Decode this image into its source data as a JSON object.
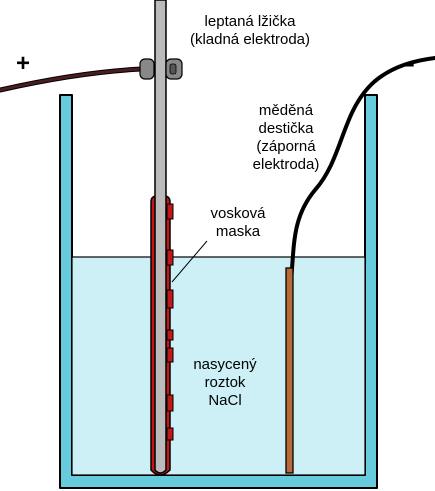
{
  "labels": {
    "spoon": [
      "leptaná lžička",
      "(kladná elektroda)"
    ],
    "copper": [
      "měděná",
      "destička",
      "(záporná",
      "elektroda)"
    ],
    "wax": [
      "vosková",
      "maska"
    ],
    "solution": [
      "nasycený",
      "roztok",
      "NaCl"
    ]
  },
  "signs": {
    "positive": "+",
    "negative": "–"
  },
  "colors": {
    "beaker_glass": "#66ccdd",
    "solution": "#ccf0f5",
    "wax_mask": "#c01818",
    "spoon": "#bbbbbb",
    "copper_plate": "#b86a3a",
    "wire": "#4a1e1e",
    "outline": "#000000"
  }
}
